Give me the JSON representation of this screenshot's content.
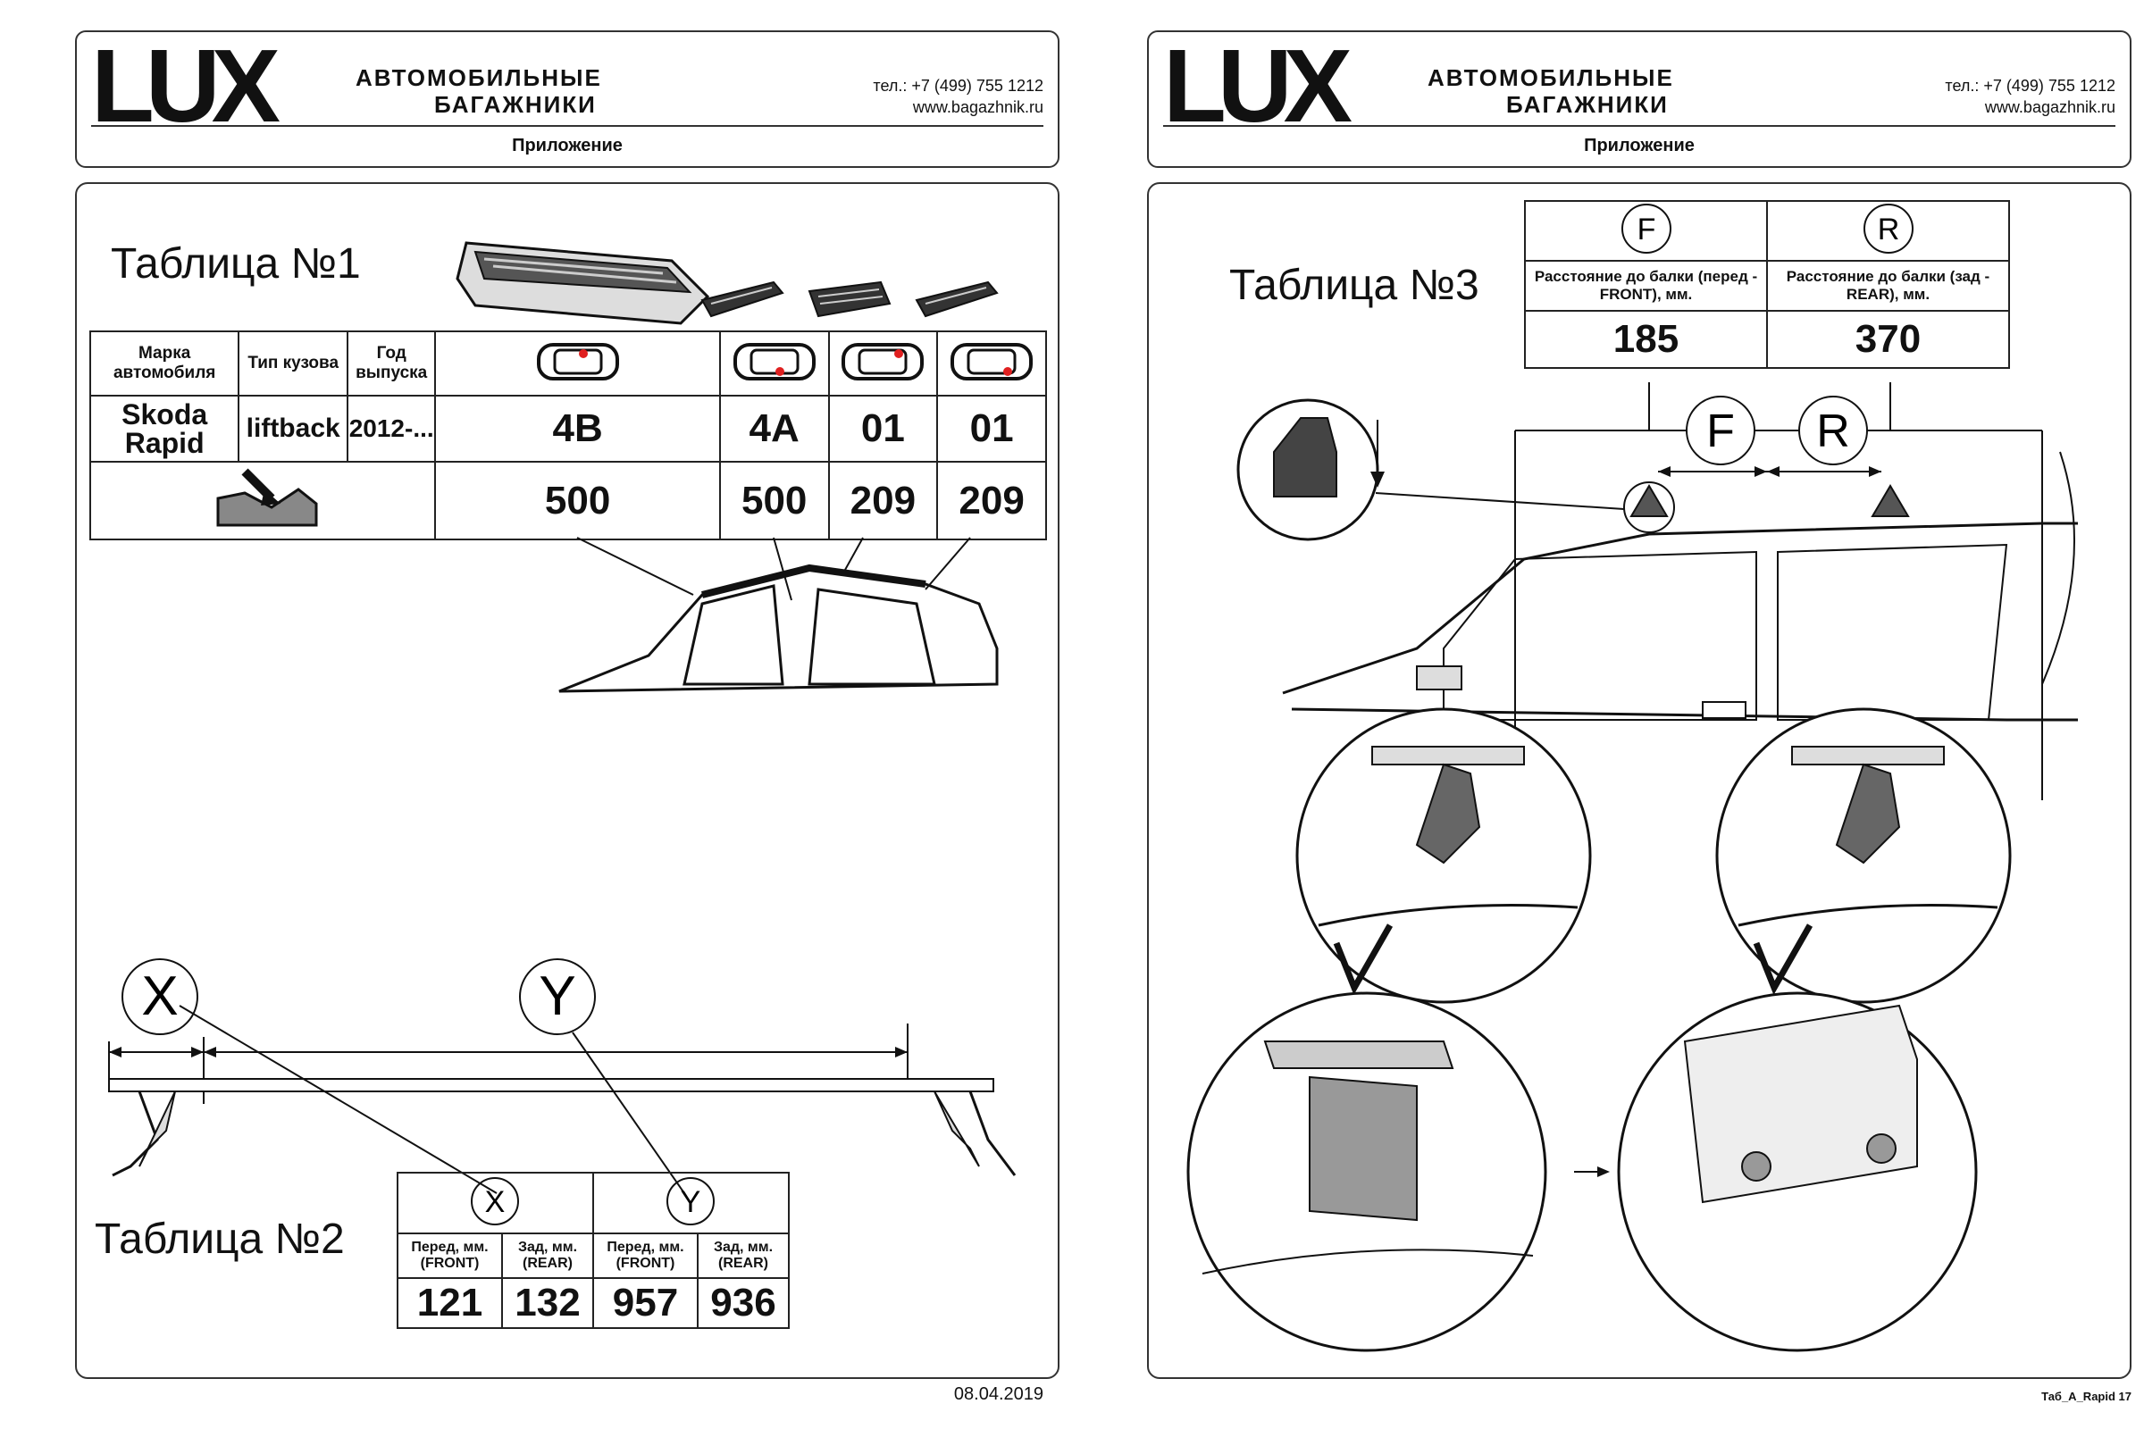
{
  "header": {
    "brand": "LUX",
    "brand_sub_1": "АВТОМОБИЛЬНЫЕ",
    "brand_sub_2": "БАГАЖНИКИ",
    "phone": "тел.: +7 (499) 755 1212",
    "website": "www.bagazhnik.ru",
    "section": "Приложение"
  },
  "left": {
    "table1": {
      "title": "Таблица №1",
      "col_make": "Марка автомобиля",
      "col_body": "Тип кузова",
      "col_year": "Год выпуска",
      "make": "Skoda Rapid",
      "body": "liftback",
      "year": "2012-...",
      "codes": [
        "4B",
        "4A",
        "01",
        "01"
      ],
      "lengths": [
        "500",
        "500",
        "209",
        "209"
      ]
    },
    "table2": {
      "title": "Таблица №2",
      "x_label": "X",
      "y_label": "Y",
      "headers": [
        "Перед, мм. (FRONT)",
        "Зад, мм. (REAR)",
        "Перед, мм. (FRONT)",
        "Зад, мм. (REAR)"
      ],
      "values": [
        "121",
        "132",
        "957",
        "936"
      ]
    },
    "diagram_x": "X",
    "diagram_y": "Y",
    "footer_date": "08.04.2019"
  },
  "right": {
    "table3": {
      "title": "Таблица №3",
      "f_label": "F",
      "r_label": "R",
      "f_header": "Расстояние до балки (перед - FRONT), мм.",
      "r_header": "Расстояние до балки (зад - REAR), мм.",
      "f_value": "185",
      "r_value": "370"
    },
    "diagram_f": "F",
    "diagram_r": "R",
    "footer_code": "Таб_А_Rapid 17"
  }
}
